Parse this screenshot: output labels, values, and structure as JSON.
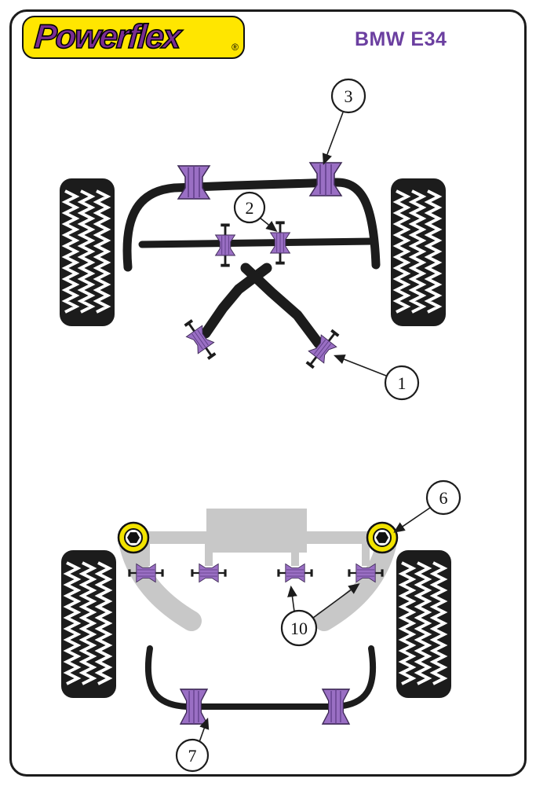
{
  "header": {
    "brand": "Powerflex",
    "registered": "®",
    "model": "BMW E34"
  },
  "colors": {
    "brand_yellow": "#ffe600",
    "brand_purple": "#7a2d93",
    "title_purple": "#6b3fa0",
    "accent_purple": "#9a6fc4",
    "highlight_yellow": "#f2e300",
    "part_black": "#1c1c1c",
    "frame_gray": "#c8c8c8"
  },
  "front_diagram": {
    "callouts": [
      {
        "number": "3"
      },
      {
        "number": "2"
      },
      {
        "number": "1"
      }
    ]
  },
  "rear_diagram": {
    "callouts": [
      {
        "number": "6"
      },
      {
        "number": "10"
      },
      {
        "number": "7"
      }
    ]
  }
}
